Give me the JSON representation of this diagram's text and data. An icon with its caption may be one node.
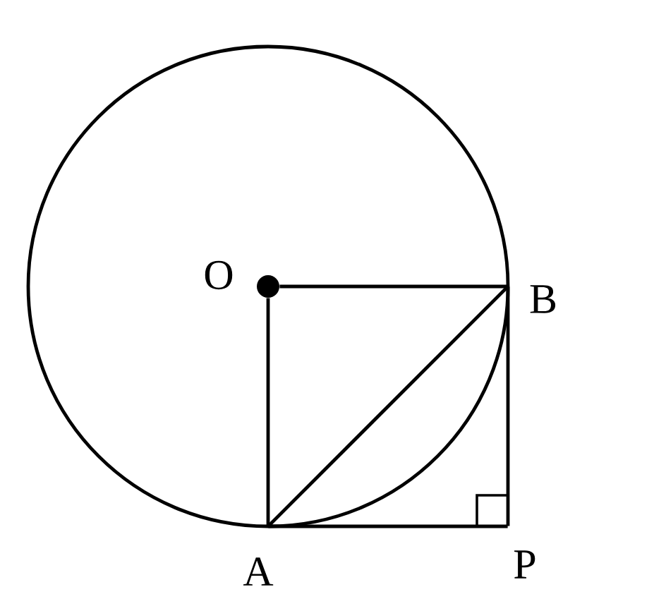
{
  "diagram": {
    "nodes": [
      {
        "text": [
          "O"
        ]
      },
      {
        "text": [
          "B"
        ]
      },
      {
        "text": [
          "A"
        ]
      },
      {
        "text": [
          "P"
        ]
      }
    ],
    "edges": [
      {
        "from": 0,
        "to": 1,
        "arrow": "none"
      },
      {
        "from": 0,
        "to": 2,
        "arrow": "none"
      },
      {
        "from": 2,
        "to": 1,
        "arrow": "none"
      },
      {
        "from": 1,
        "to": 3,
        "arrow": "none"
      },
      {
        "from": 2,
        "to": 3,
        "arrow": "none"
      }
    ]
  }
}
